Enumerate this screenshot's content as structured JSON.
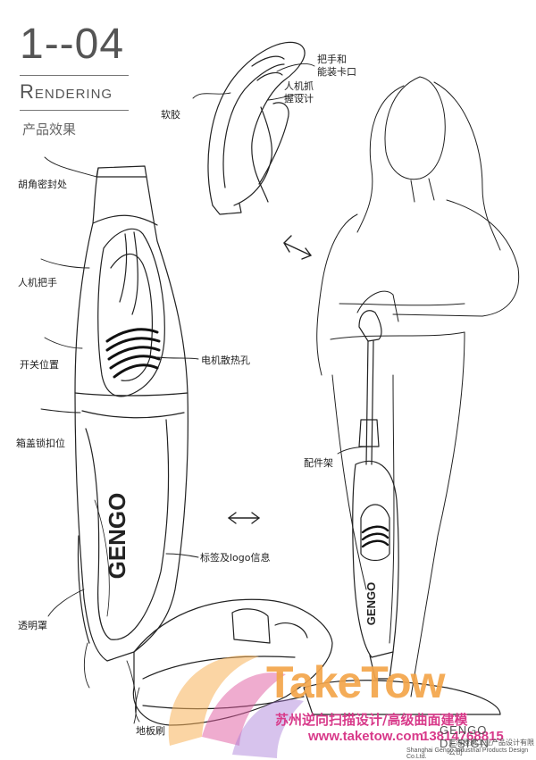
{
  "header": {
    "page_number": "1--04",
    "title": "Rendering",
    "subtitle": "产品效果"
  },
  "annotations": {
    "handle_grip": "把手和\n能装卡口",
    "soft_rubber": "软胶",
    "hand_grip_position": "人机抓\n握设计",
    "corner_seal": "胡角密封处",
    "ergonomic_handle": "人机把手",
    "button_position": "开关位置",
    "motor_vent": "电机散热孔",
    "latch_position": "箱盖锁扣位",
    "accessory_rack": "配件架",
    "logo_info": "标签及logo信息",
    "transparent_cover": "透明罩",
    "floor_brush": "地板刷"
  },
  "product_logo": "GENGO",
  "watermark": {
    "brand": "TakeTow",
    "tagline": "苏州逆向扫描设计/高级曲面建模",
    "url": "www.taketow.com",
    "phone": "13814768815"
  },
  "footer": {
    "studio": "GENGO DESIGN",
    "company_cn": "上海橙果工业产品设计有限公司",
    "company_en": "Shanghai Gengo Industrial Products Design Co.Ltd."
  }
}
